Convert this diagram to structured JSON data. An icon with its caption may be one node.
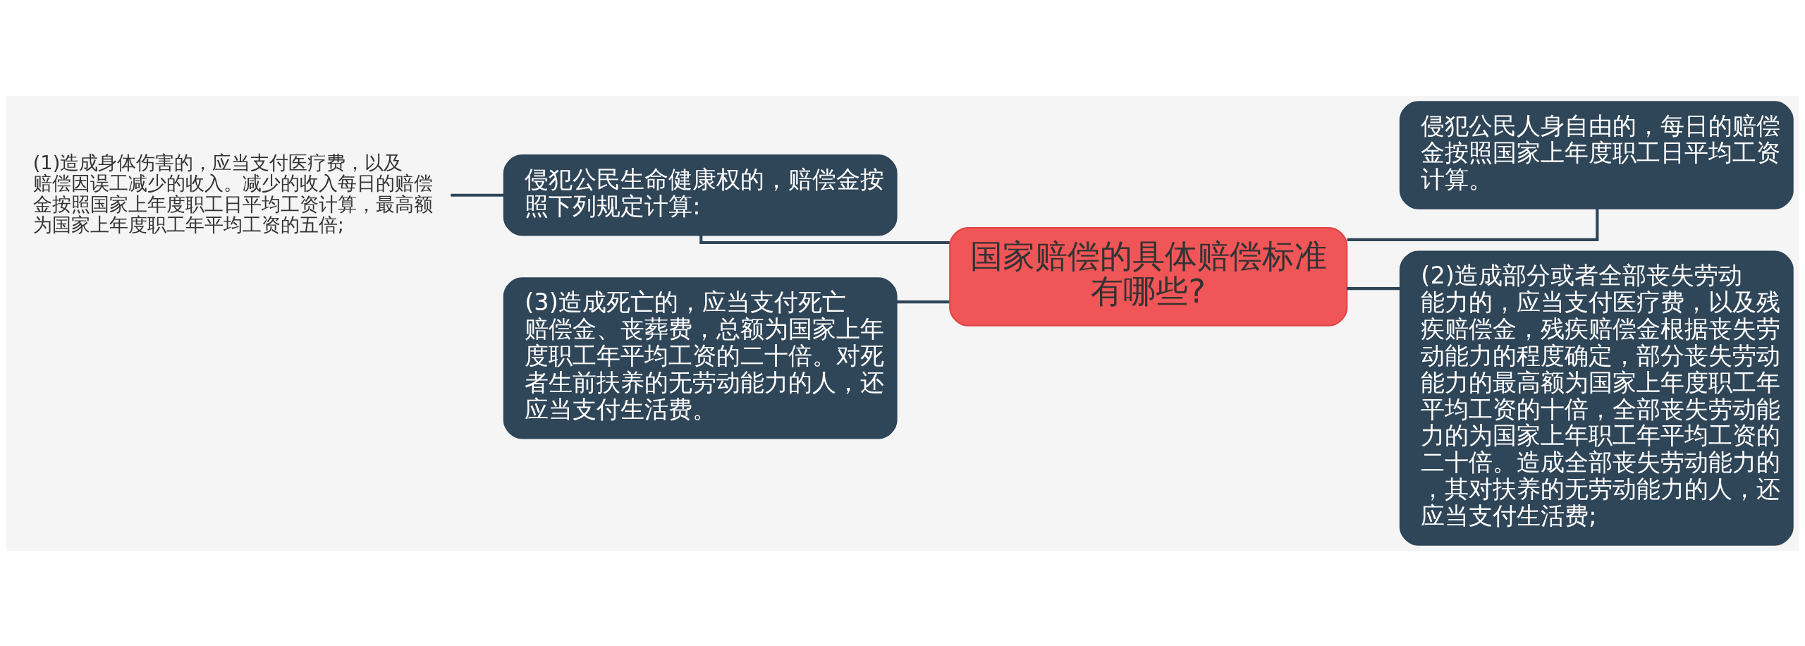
{
  "diagram": {
    "nodes": [
      {
        "text": [
          "国家赔偿的具体赔偿标准有哪些?"
        ]
      },
      {
        "text": [
          "侵犯公民生命健康权的，赔偿金按照下列规定计算:"
        ]
      },
      {
        "text": [
          "(1)造成身体伤害的，应当支付医疗费，以及赔偿因误工减少的收入。减少的收入每日的赔偿金按照国家上年度职工日平均工资计算，最高额为国家上年度职工年平均工资的五倍;"
        ]
      },
      {
        "text": [
          "(3)造成死亡的，应当支付死亡赔偿金、丧葬费，总额为国家上年度职工年平均工资的二十倍。对死者生前扶养的无劳动能力的人，还应当支付生活费。"
        ]
      },
      {
        "text": [
          "侵犯公民人身自由的，每日的赔偿金按照国家上年度职工日平均工资计算。"
        ]
      },
      {
        "text": [
          "(2)造成部分或者全部丧失劳动能力的，应当支付医疗费，以及残疾赔偿金，残疾赔偿金根据丧失劳动能力的程度确定，部分丧失劳动能力的最高额为国家上年度职工年平均工资的十倍，全部丧失劳动能力的为国家上年职工年平均工资的二十倍。造成全部丧失劳动能力的，其对扶养的无劳动能力的人，还应当支付生活费;"
        ]
      }
    ],
    "edges": [
      {
        "from": 0,
        "to": 1,
        "arrow": "none"
      },
      {
        "from": 1,
        "to": 2,
        "arrow": "none"
      },
      {
        "from": 0,
        "to": 3,
        "arrow": "none"
      },
      {
        "from": 0,
        "to": 4,
        "arrow": "none"
      },
      {
        "from": 0,
        "to": 5,
        "arrow": "none"
      }
    ]
  }
}
